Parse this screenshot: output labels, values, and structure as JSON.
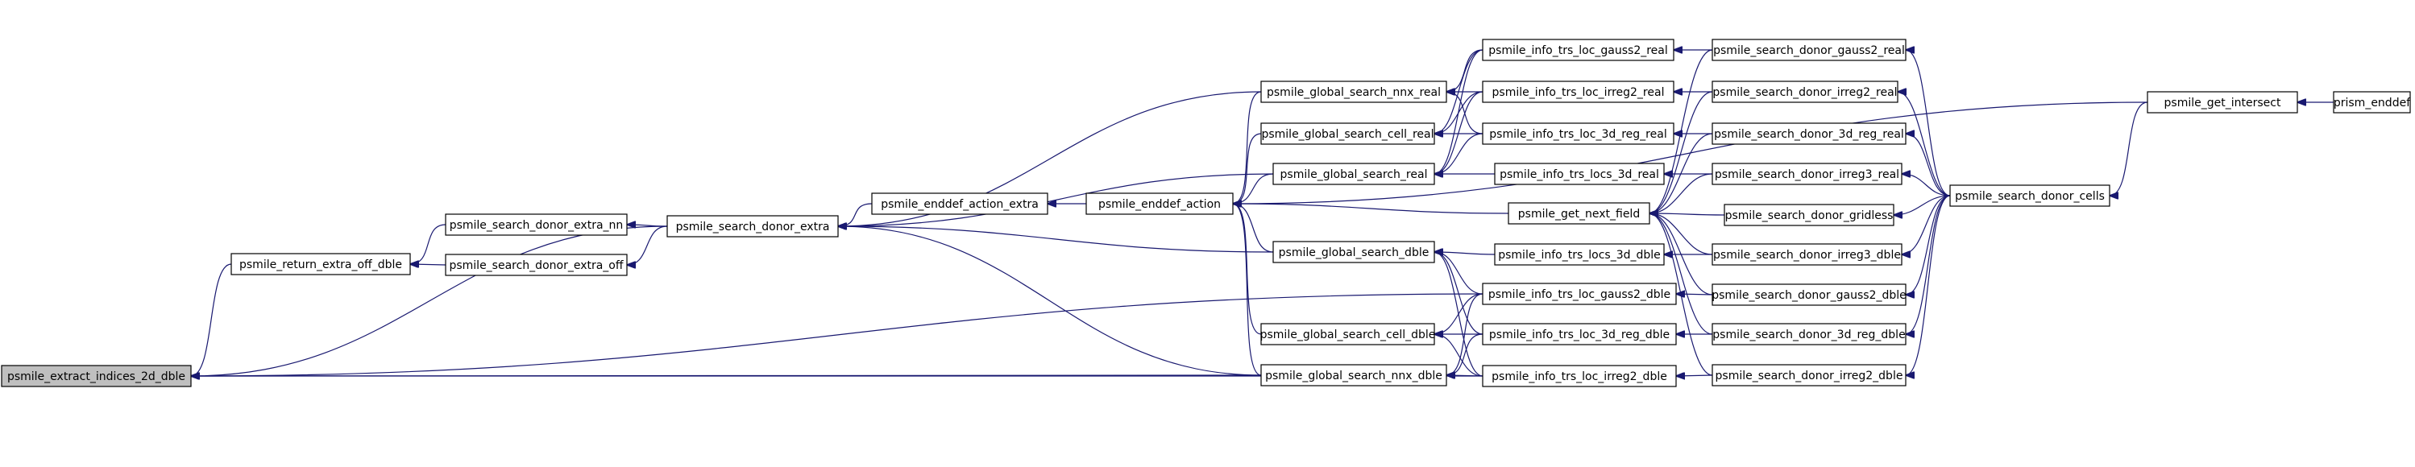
{
  "root": "psmile_extract_indices_2d_dble",
  "nodes": {
    "n0": "psmile_extract_indices_2d_dble",
    "n1": "psmile_return_extra_off_dble",
    "n2": "psmile_search_donor_extra_nn",
    "n3": "psmile_search_donor_extra_off",
    "n4": "psmile_search_donor_extra",
    "n5": "psmile_enddef_action_extra",
    "n6": "psmile_enddef_action",
    "n7": "psmile_global_search_nnx_real",
    "n8": "psmile_global_search_cell_real",
    "n9": "psmile_global_search_real",
    "n10": "psmile_global_search_dble",
    "n11": "psmile_global_search_cell_dble",
    "n12": "psmile_global_search_nnx_dble",
    "n13": "psmile_info_trs_loc_gauss2_real",
    "n14": "psmile_info_trs_loc_irreg2_real",
    "n15": "psmile_info_trs_loc_3d_reg_real",
    "n16": "psmile_info_trs_locs_3d_real",
    "n17": "psmile_get_next_field",
    "n18": "psmile_info_trs_locs_3d_dble",
    "n19": "psmile_info_trs_loc_gauss2_dble",
    "n20": "psmile_info_trs_loc_3d_reg_dble",
    "n21": "psmile_info_trs_loc_irreg2_dble",
    "n22": "psmile_search_donor_gauss2_real",
    "n23": "psmile_search_donor_irreg2_real",
    "n24": "psmile_search_donor_3d_reg_real",
    "n25": "psmile_search_donor_irreg3_real",
    "n26": "psmile_search_donor_gridless",
    "n27": "psmile_search_donor_irreg3_dble",
    "n28": "psmile_search_donor_gauss2_dble",
    "n29": "psmile_search_donor_3d_reg_dble",
    "n30": "psmile_search_donor_irreg2_dble",
    "n31": "psmile_search_donor_cells",
    "n32": "psmile_get_intersect",
    "n33": "prism_enddef"
  }
}
